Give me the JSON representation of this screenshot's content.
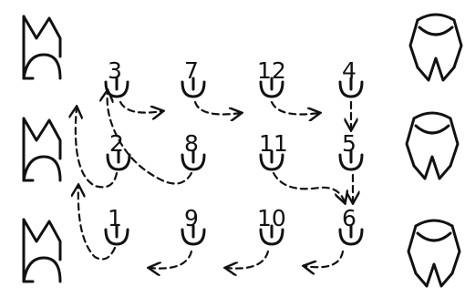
{
  "diagram": {
    "stations": [
      {
        "label": "1"
      },
      {
        "label": "2"
      },
      {
        "label": "3"
      },
      {
        "label": "4"
      },
      {
        "label": "5"
      },
      {
        "label": "6"
      },
      {
        "label": "7"
      },
      {
        "label": "8"
      },
      {
        "label": "9"
      },
      {
        "label": "10"
      },
      {
        "label": "11"
      },
      {
        "label": "12"
      }
    ],
    "sequence": [
      "3",
      "7",
      "12",
      "4",
      "5",
      "6",
      "10",
      "9",
      "1",
      "2",
      "3"
    ],
    "extra_links": [
      [
        "11",
        "6"
      ],
      [
        "8",
        "3"
      ]
    ],
    "side_glyphs": {
      "left_count": 3,
      "right_count": 3
    },
    "colors": {
      "ink": "#111111",
      "background": "#ffffff"
    }
  }
}
